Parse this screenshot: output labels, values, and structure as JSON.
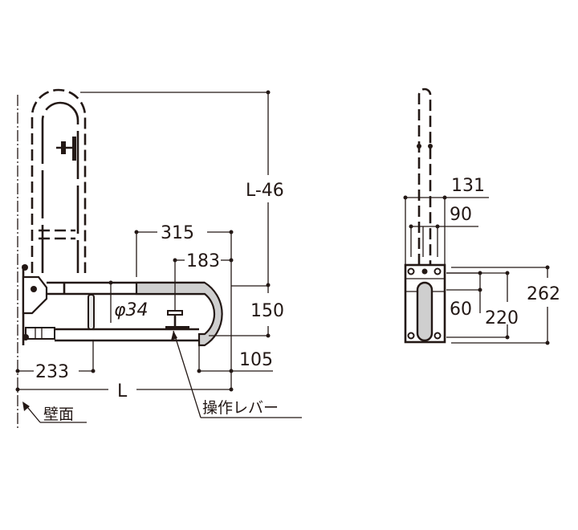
{
  "diagram": {
    "title": "Folding grab bar dimension drawing",
    "colors": {
      "ink": "#231815",
      "grip": "#cfcfcf",
      "background": "#ffffff"
    },
    "side_view": {
      "dimensions": {
        "overall_height": "L-46",
        "grip_length": "315",
        "lever_offset": "183",
        "diameter": "φ34",
        "bar_spacing": "150",
        "end_offset": "105",
        "support_leg": "233",
        "length": "L"
      },
      "labels": {
        "lever": "操作レバー",
        "wall": "壁面"
      }
    },
    "front_view": {
      "dimensions": {
        "outer_width": "131",
        "inner_width": "90",
        "hole_offset": "60",
        "hole_pitch": "220",
        "plate_height": "262"
      }
    }
  }
}
